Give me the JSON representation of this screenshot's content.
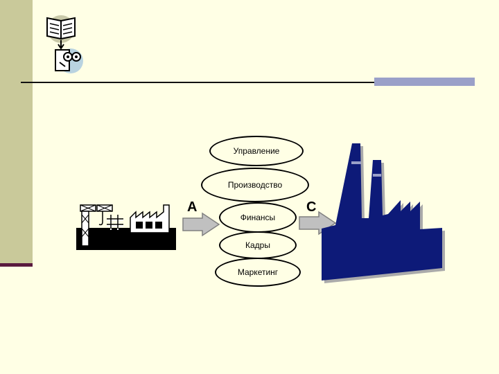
{
  "diagram": {
    "functions": [
      "Управление",
      "Производство",
      "Финансы",
      "Кадры",
      "Маркетинг"
    ],
    "input_label": "A",
    "output_label": "C"
  },
  "colors": {
    "background": "#ffffe5",
    "sidebar": "#c9c99a",
    "sidebar_accent": "#5a1a3e",
    "factory": "#0d1a78",
    "arrow": "#c0c0c0"
  },
  "icons": [
    "book-icon",
    "binoculars-icon",
    "construction-site-icon",
    "factory-icon"
  ]
}
